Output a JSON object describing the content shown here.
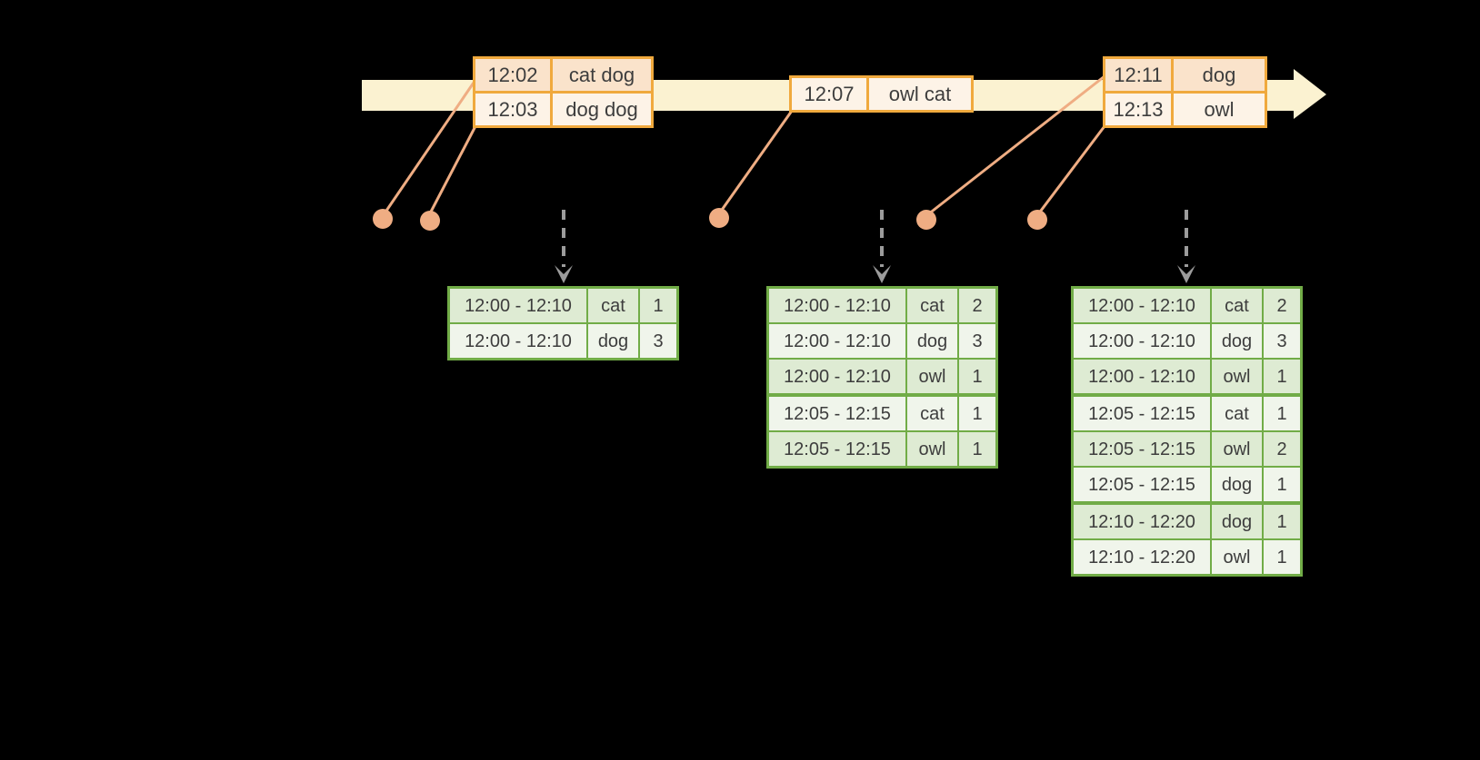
{
  "colors": {
    "background": "#000000",
    "timeline_band": "#FBF2D1",
    "event_table_border": "#F0A93D",
    "event_row_dark": "#FAE3CB",
    "event_row_light": "#FDF3E7",
    "connector_and_dots": "#EFAD83",
    "trigger_arrow_gray": "#9C9C9C",
    "result_table_border": "#71AC47",
    "result_row_dark": "#DEEBD3",
    "result_row_light": "#F0F5EB",
    "text": "#3D3D3D"
  },
  "icons": {
    "timeline_arrow": "right-pointing-cream-arrow-band",
    "event_marker": "salmon-dot-on-timeline-callout",
    "trigger_arrow": "gray-dashed-down-arrow"
  },
  "event_tables": [
    {
      "rows": [
        {
          "time": "12:02",
          "words": "cat dog"
        },
        {
          "time": "12:03",
          "words": "dog dog"
        }
      ]
    },
    {
      "rows": [
        {
          "time": "12:07",
          "words": "owl cat"
        }
      ]
    },
    {
      "rows": [
        {
          "time": "12:11",
          "words": "dog"
        },
        {
          "time": "12:13",
          "words": "owl"
        }
      ]
    }
  ],
  "result_tables": [
    {
      "rows": [
        {
          "window": "12:00 - 12:10",
          "word": "cat",
          "count": 1
        },
        {
          "window": "12:00 - 12:10",
          "word": "dog",
          "count": 3
        }
      ]
    },
    {
      "rows": [
        {
          "window": "12:00 - 12:10",
          "word": "cat",
          "count": 2
        },
        {
          "window": "12:00 - 12:10",
          "word": "dog",
          "count": 3
        },
        {
          "window": "12:00 - 12:10",
          "word": "owl",
          "count": 1
        },
        {
          "window": "12:05 - 12:15",
          "word": "cat",
          "count": 1
        },
        {
          "window": "12:05 - 12:15",
          "word": "owl",
          "count": 1
        }
      ]
    },
    {
      "rows": [
        {
          "window": "12:00 - 12:10",
          "word": "cat",
          "count": 2
        },
        {
          "window": "12:00 - 12:10",
          "word": "dog",
          "count": 3
        },
        {
          "window": "12:00 - 12:10",
          "word": "owl",
          "count": 1
        },
        {
          "window": "12:05 - 12:15",
          "word": "cat",
          "count": 1
        },
        {
          "window": "12:05 - 12:15",
          "word": "owl",
          "count": 2
        },
        {
          "window": "12:05 - 12:15",
          "word": "dog",
          "count": 1
        },
        {
          "window": "12:10 - 12:20",
          "word": "dog",
          "count": 1
        },
        {
          "window": "12:10 - 12:20",
          "word": "owl",
          "count": 1
        }
      ]
    }
  ]
}
